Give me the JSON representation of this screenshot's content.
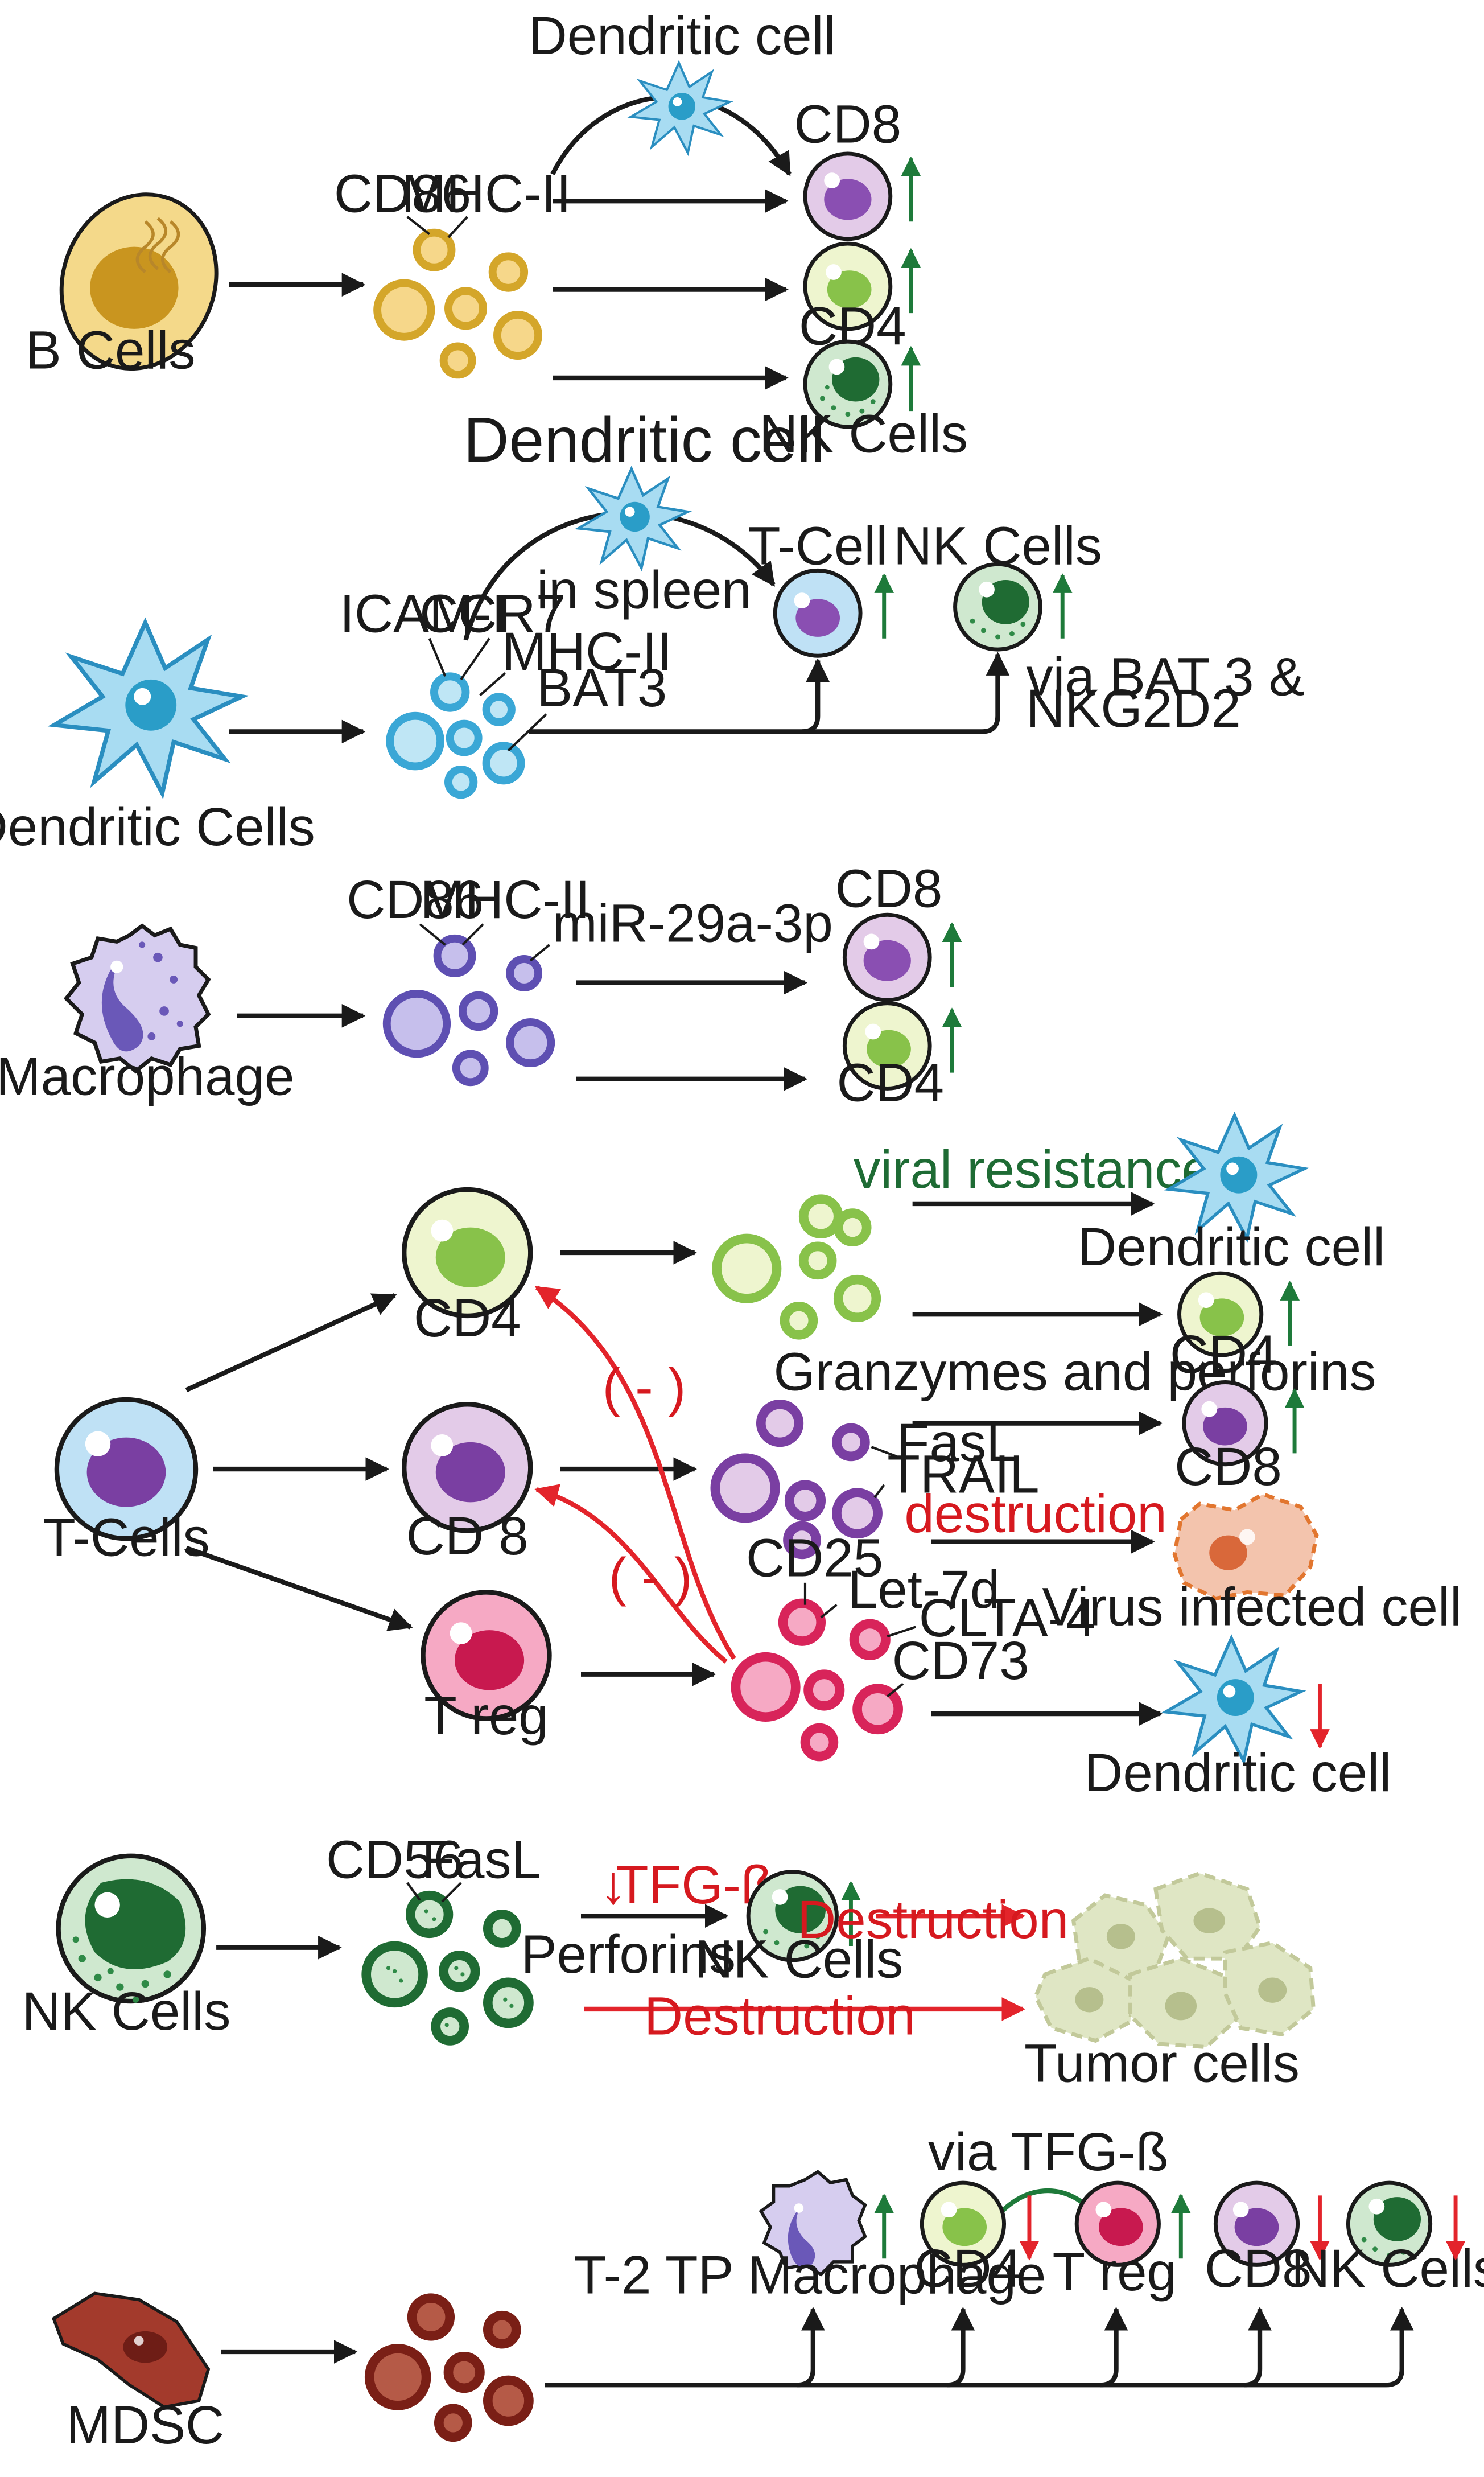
{
  "colors": {
    "arrow": "#1a1a1a",
    "inhibit": "#e3242b",
    "up": "#1e7a3a",
    "down": "#e3242b",
    "bcell": "#d4a62a",
    "dendritic": "#3aa7d6",
    "macrophage": "#6a58b8",
    "cd4": "#88c24a",
    "cd8": "#8a5bb8",
    "treg": "#d8245a",
    "nk": "#1f6b33",
    "mdsc": "#8b2a22",
    "tumor": "#c9d3a6",
    "virus_cell": "#e9a07d"
  },
  "section_bcell": {
    "source_label": "B Cells",
    "exo_labels": [
      "CD86",
      "MHC-II"
    ],
    "dc_label": "Dendritic cell",
    "targets": [
      "CD8",
      "CD4",
      "NK Cells"
    ]
  },
  "section_dc": {
    "source_label": "Dendritic Cells",
    "exo_labels": [
      "ICAM-I",
      "CCR7",
      "MHC-II",
      "BAT3"
    ],
    "dc_label": "Dendritic cell",
    "spleen_label": "in spleen",
    "tcell_label": "T-Cell",
    "nk_label": "NK Cells",
    "via_label": [
      "via BAT 3 &",
      "NKG2D2"
    ]
  },
  "section_macro": {
    "source_label": "Macrophage",
    "exo_labels": [
      "CD86",
      "MHC-II",
      "miR-29a-3p"
    ],
    "targets": [
      "CD8",
      "CD4"
    ]
  },
  "section_tcell": {
    "source_label": "T-Cells",
    "cd4_label": "CD4",
    "cd8_label": "CD 8",
    "treg_label": "T reg",
    "inhibit_label": "( - )",
    "granz_label": "Granzymes and perforins",
    "cd8_exo_labels": [
      "FasL",
      "TRAIL"
    ],
    "treg_exo_labels": [
      "CD25",
      "Let-7d",
      "CLTA-4",
      "CD73"
    ],
    "viral_label": "viral resistance",
    "destruction_label": "destruction",
    "right_labels": [
      "Dendritic cell",
      "CD4",
      "CD8",
      "Virus infected cell",
      "Dendritic cell"
    ]
  },
  "section_nk": {
    "source_label": "NK Cells",
    "exo_labels": [
      "CD56",
      "FasL",
      "Perforins"
    ],
    "tgf_label": "TFG-ß",
    "tgf_arrow": "↓",
    "nk_target_label": "NK Cells",
    "destruction_labels": [
      "Destruction",
      "Destruction"
    ],
    "tumor_label": "Tumor cells"
  },
  "section_mdsc": {
    "source_label": "MDSC",
    "via_label": "via TFG-ß",
    "targets": [
      "T-2 TP Macrophage",
      "CD4",
      "T reg",
      "CD8",
      "NK Cells"
    ]
  }
}
